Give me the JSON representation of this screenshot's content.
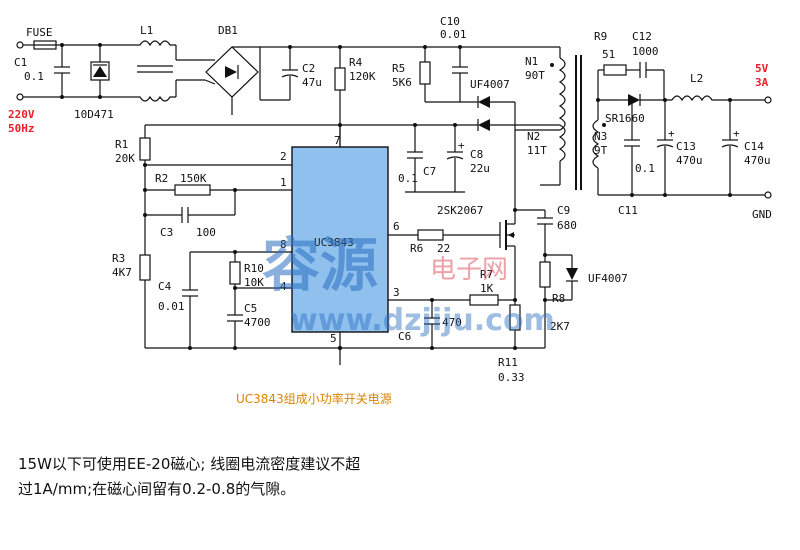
{
  "labels": {
    "fuse": "FUSE",
    "c1": "C1",
    "c1_val": "0.1",
    "mains_v": "220V",
    "mains_f": "50Hz",
    "l1": "L1",
    "varistor": "10D471",
    "db1": "DB1",
    "c2": "C2",
    "c2_val": "47u",
    "r4": "R4",
    "r4_val": "120K",
    "r5": "R5",
    "r5_val": "5K6",
    "c10": "C10",
    "c10_val": "0.01",
    "uf4007_top": "UF4007",
    "n1": "N1",
    "n1_val": "90T",
    "n2": "N2",
    "n2_val": "11T",
    "n3": "N3",
    "n3_val": "9T",
    "r9": "R9",
    "r9_val": "51",
    "c12": "C12",
    "c12_val": "1000",
    "l2": "L2",
    "out_v": "5V",
    "out_a": "3A",
    "sr1660": "SR1660",
    "c13": "C13",
    "c13_val": "470u",
    "c14": "C14",
    "c14_val": "470u",
    "c11": "C11",
    "c11_val": "0.1",
    "gnd": "GND",
    "r1": "R1",
    "r1_val": "20K",
    "r2": "R2",
    "r2_val": "150K",
    "c3": "C3",
    "c3_val": "100",
    "r3": "R3",
    "r3_val": "4K7",
    "c4": "C4",
    "c4_val": "0.01",
    "r10": "R10",
    "r10_val": "10K",
    "c5": "C5",
    "c5_val": "4700",
    "c6": "C6",
    "c6_val": "470",
    "ic": "UC3843",
    "c7": "C7",
    "c7_val": "0.1",
    "c8": "C8",
    "c8_val": "22u",
    "mosfet": "2SK2067",
    "r6": "R6",
    "r6_val": "22",
    "r7": "R7",
    "r7_val": "1K",
    "r11": "R11",
    "r11_val": "0.33",
    "c9": "C9",
    "c9_val": "680",
    "uf4007_snub": "UF4007",
    "r8": "R8",
    "r8_val": "2K7",
    "pins": {
      "p1": "1",
      "p2": "2",
      "p3": "3",
      "p4": "4",
      "p5": "5",
      "p6": "6",
      "p7": "7",
      "p8": "8"
    }
  },
  "caption": "UC3843组成小功率开关电源",
  "watermark": {
    "cn": "容源",
    "sub": "电子网",
    "url": "www.dzjiju.com"
  },
  "note": {
    "line1": "15W以下可使用EE-20磁心; 线圈电流密度建议不超",
    "line2": "过1A/mm;在磁心间留有0.2-0.8的气隙。"
  },
  "colors": {
    "ic_fill": "#8fc0ee",
    "red_label": "#e8202a",
    "caption": "#d98400",
    "watermark_blue": "#2b6fc2",
    "watermark_red": "#e05560"
  }
}
